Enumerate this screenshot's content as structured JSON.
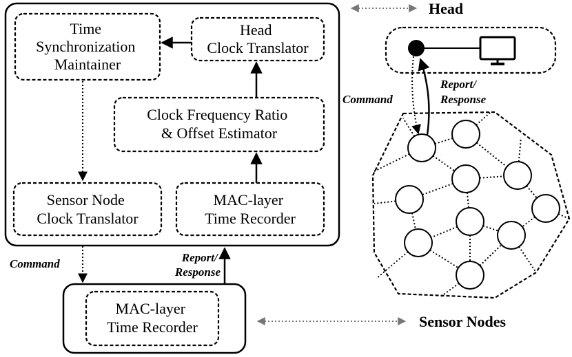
{
  "blocks": {
    "tsm": [
      "Time",
      "Synchronization",
      "Maintainer"
    ],
    "hct": [
      "Head",
      "Clock Translator"
    ],
    "cfr": [
      "Clock Frequency Ratio",
      "& Offset Estimator"
    ],
    "snct": [
      "Sensor Node",
      "Clock Translator"
    ],
    "mac_head": [
      "MAC-layer",
      "Time Recorder"
    ],
    "mac_sensor": [
      "MAC-layer",
      "Time Recorder"
    ]
  },
  "labels": {
    "head": "Head",
    "sensor_nodes": "Sensor Nodes",
    "command_left": "Command",
    "report_left": [
      "Report/",
      "Response"
    ],
    "command_right": "Command",
    "report_right": [
      "Report/",
      "Response"
    ]
  }
}
